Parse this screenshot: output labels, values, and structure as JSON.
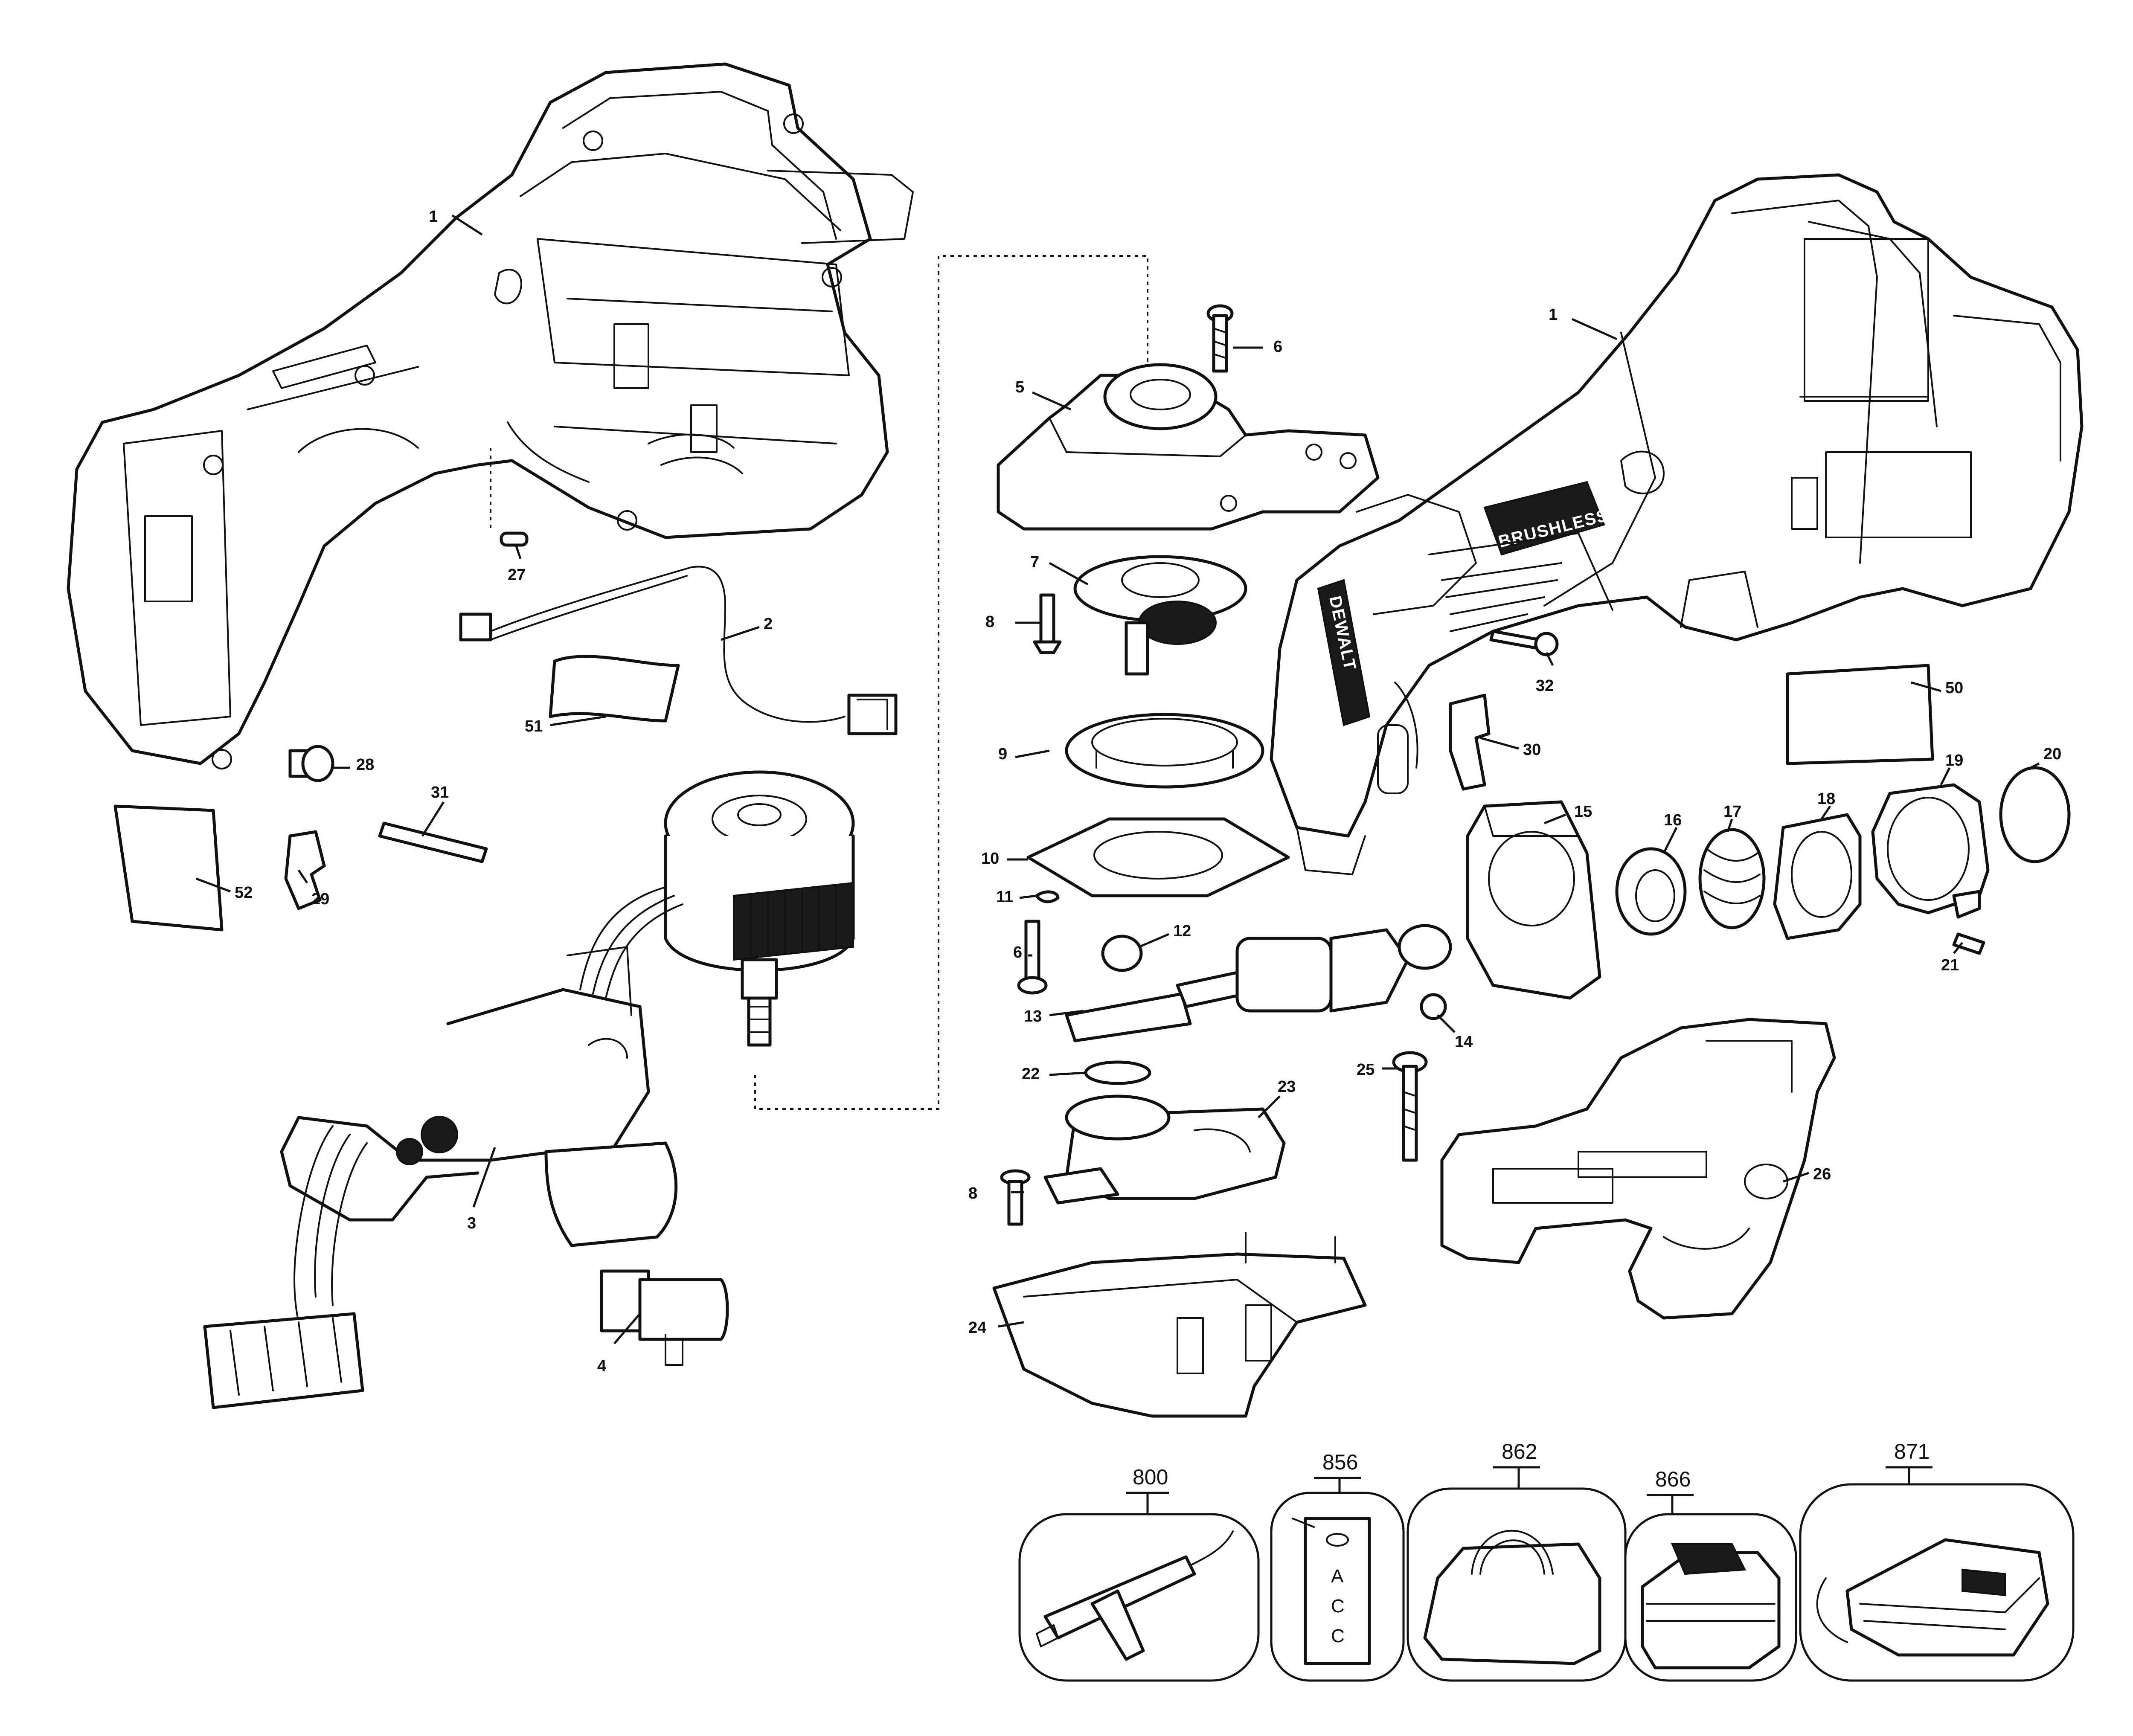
{
  "callouts": {
    "c1a": "1",
    "c1b": "1",
    "c2": "2",
    "c3": "3",
    "c4": "4",
    "c5": "5",
    "c6a": "6",
    "c6b": "6",
    "c7": "7",
    "c8a": "8",
    "c8b": "8",
    "c9": "9",
    "c10": "10",
    "c11": "11",
    "c12": "12",
    "c13": "13",
    "c14": "14",
    "c15": "15",
    "c16": "16",
    "c17": "17",
    "c18": "18",
    "c19": "19",
    "c20": "20",
    "c21": "21",
    "c22": "22",
    "c23": "23",
    "c24": "24",
    "c25": "25",
    "c26": "26",
    "c27": "27",
    "c28": "28",
    "c29": "29",
    "c30": "30",
    "c31": "31",
    "c32": "32",
    "c50": "50",
    "c51": "51",
    "c52": "52"
  },
  "accessories": {
    "a800": "800",
    "a856": "856",
    "a862": "862",
    "a866": "866",
    "a871": "871"
  },
  "labels": {
    "brand_text": "BRUSHLESS",
    "dewalt_text": "DEWALT",
    "acc_letters": [
      "A",
      "C",
      "C"
    ]
  },
  "colors": {
    "ink": "#111111",
    "paper": "#ffffff",
    "fill_dark": "#1a1a1a"
  }
}
